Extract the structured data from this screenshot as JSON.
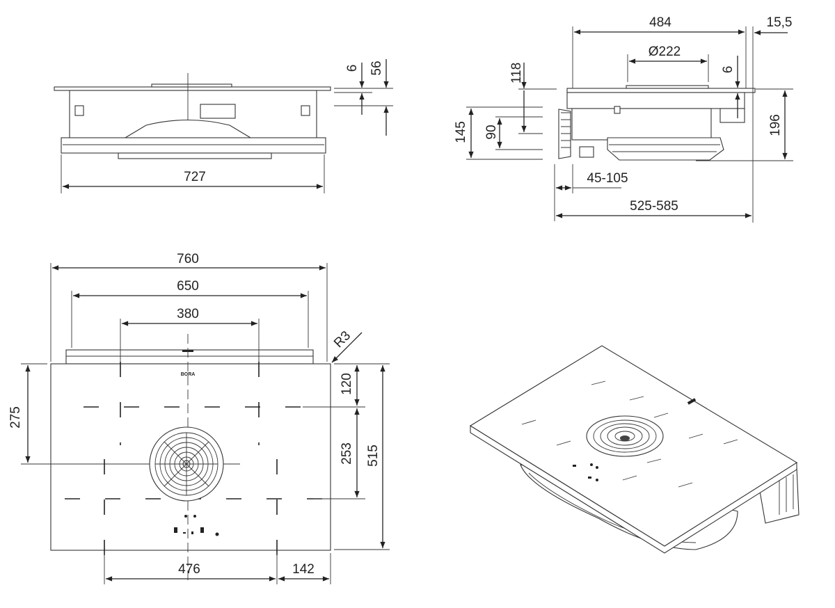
{
  "colors": {
    "line": "#222222",
    "background": "#ffffff"
  },
  "logo_text": "BORA",
  "front_view": {
    "width": "727",
    "plate_thickness": "6",
    "edge_height": "56"
  },
  "side_view": {
    "depth": "484",
    "overhang": "15,5",
    "fan_diameter": "Ø222",
    "plate_thickness": "6",
    "top_to_duct": "118",
    "duct_height": "145",
    "duct_inner": "90",
    "total_height": "196",
    "duct_extension": "45-105",
    "total_depth": "525-585"
  },
  "top_view": {
    "width": "760",
    "cutout_width": "650",
    "zone_spacing": "380",
    "radius": "R3",
    "front_depth": "275",
    "zone_offset": "120",
    "zone_depth": "253",
    "depth": "515",
    "inner_width": "476",
    "side_margin": "142"
  }
}
